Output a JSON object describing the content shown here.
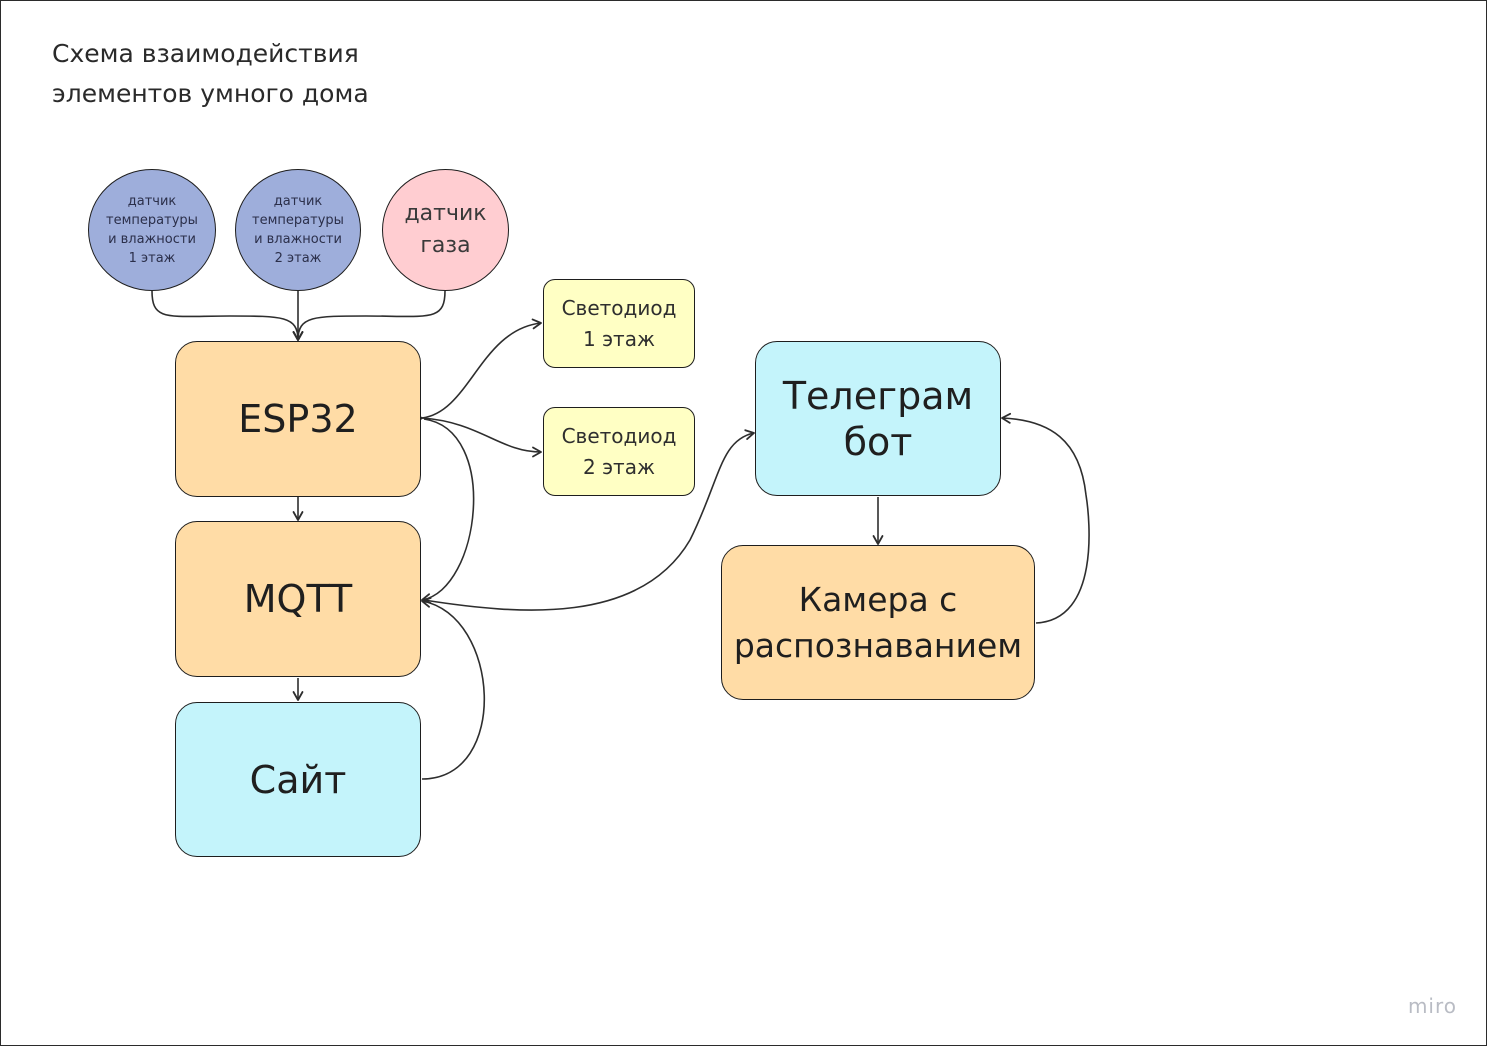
{
  "title": {
    "line1": "Схема взаимодействия",
    "line2": "элементов умного дома"
  },
  "nodes": {
    "sensor_temp_1": "датчик\nтемпературы\nи влажности\n1 этаж",
    "sensor_temp_2": "датчик\nтемпературы\nи влажности\n2 этаж",
    "sensor_gas": "датчик\nгаза",
    "esp32": "ESP32",
    "mqtt": "MQTT",
    "site": "Сайт",
    "led_1": "Светодиод\n1 этаж",
    "led_2": "Светодиод\n2 этаж",
    "telegram_bot": "Телеграм\nбот",
    "camera": "Камера с\nраспознаванием"
  },
  "colors": {
    "sensor_temp": "#9eaedb",
    "sensor_gas": "#ffcdd1",
    "controller": "#ffdca6",
    "client": "#c4f4fb",
    "led": "#ffffc4",
    "connector": "#2e2e2e"
  },
  "watermark": "miro"
}
